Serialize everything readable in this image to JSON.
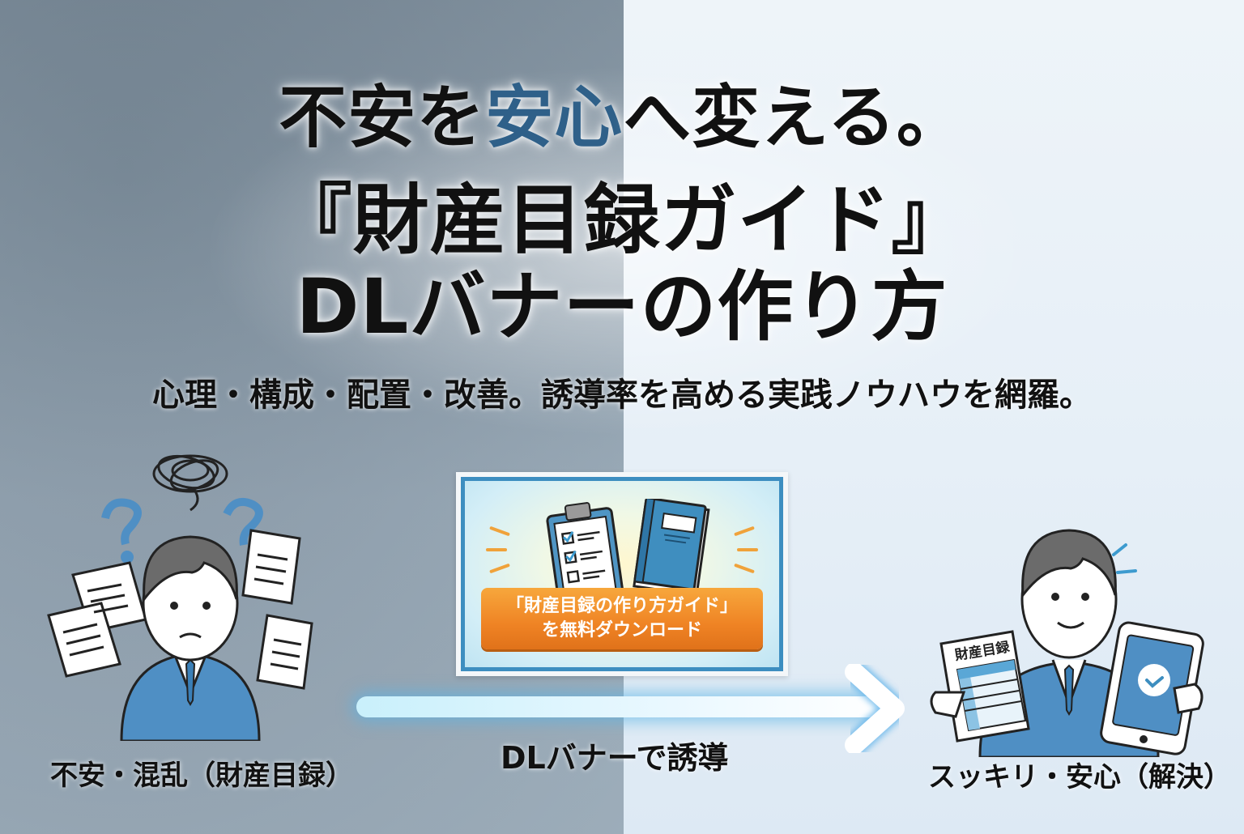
{
  "title": {
    "line1_prefix": "不安を",
    "line1_accent": "安心",
    "line1_suffix": "へ変える。",
    "line2": "『財産目録ガイド』",
    "line3": "DLバナーの作り方"
  },
  "subtitle": "心理・構成・配置・改善。誘導率を高める実践ノウハウを網羅。",
  "banner": {
    "cta_line1": "「財産目録の作り方ガイド」",
    "cta_line2": "を無料ダウンロード",
    "icons": [
      "clipboard-checklist-icon",
      "book-icon"
    ]
  },
  "left_scene": {
    "label": "不安・混乱（財産目録）",
    "icons": [
      "tangled-thought-icon",
      "question-mark-icon",
      "document-icon"
    ]
  },
  "arrow": {
    "label": "DLバナーで誘導"
  },
  "right_scene": {
    "label": "スッキリ・安心（解決）",
    "document_title": "財産目録",
    "icons": [
      "tablet-check-icon",
      "document-table-icon"
    ]
  },
  "colors": {
    "accent": "#2f6089",
    "banner_border": "#3d8ec0",
    "cta_orange": "#ef8324",
    "suit_blue": "#4f8fc4"
  }
}
